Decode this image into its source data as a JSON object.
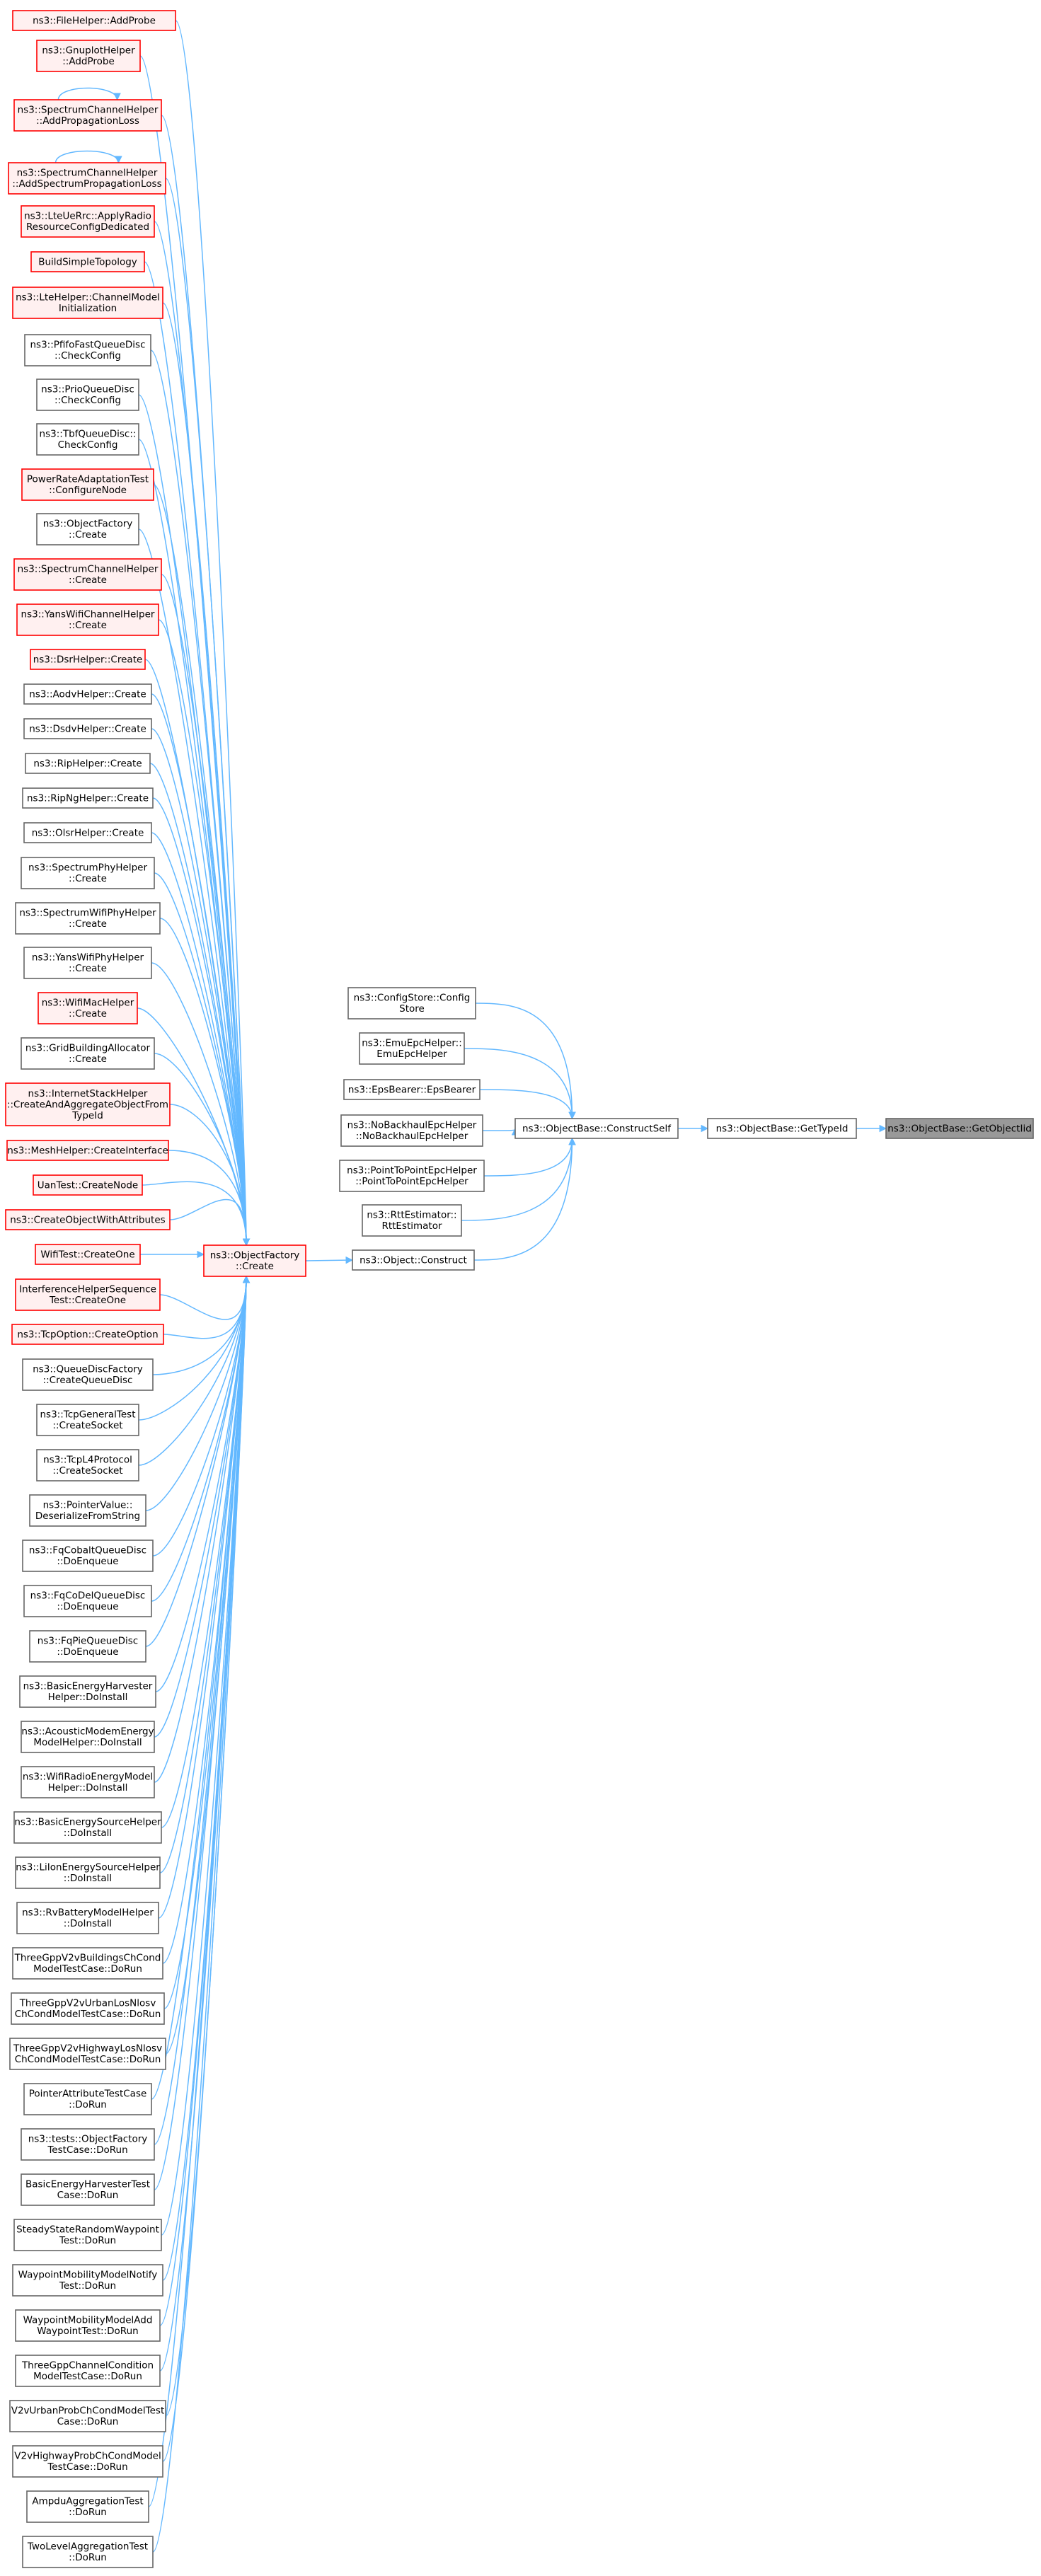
{
  "colors": {
    "edge": "#63b8ff",
    "default_border": "#666666",
    "default_fill": "#ffffff",
    "truncated_border": "#ff0000",
    "truncated_fill": "#fff0f0",
    "focus_fill": "#999999",
    "focus_border": "#666666"
  },
  "nodes": [
    {
      "id": "n0",
      "lines": [
        "ns3::FileHelper::AddProbe"
      ],
      "style": "truncated"
    },
    {
      "id": "n1",
      "lines": [
        "ns3::GnuplotHelper",
        "::AddProbe"
      ],
      "style": "truncated"
    },
    {
      "id": "n2",
      "lines": [
        "ns3::SpectrumChannelHelper",
        "::AddPropagationLoss"
      ],
      "style": "truncated",
      "self_loop": true
    },
    {
      "id": "n3",
      "lines": [
        "ns3::SpectrumChannelHelper",
        "::AddSpectrumPropagationLoss"
      ],
      "style": "truncated",
      "self_loop": true
    },
    {
      "id": "n4",
      "lines": [
        "ns3::LteUeRrc::ApplyRadio",
        "ResourceConfigDedicated"
      ],
      "style": "truncated"
    },
    {
      "id": "n5",
      "lines": [
        "BuildSimpleTopology"
      ],
      "style": "truncated"
    },
    {
      "id": "n6",
      "lines": [
        "ns3::LteHelper::ChannelModel",
        "Initialization"
      ],
      "style": "truncated"
    },
    {
      "id": "n7",
      "lines": [
        "ns3::PfifoFastQueueDisc",
        "::CheckConfig"
      ],
      "style": "default"
    },
    {
      "id": "n8",
      "lines": [
        "ns3::PrioQueueDisc",
        "::CheckConfig"
      ],
      "style": "default"
    },
    {
      "id": "n9",
      "lines": [
        "ns3::TbfQueueDisc::",
        "CheckConfig"
      ],
      "style": "default"
    },
    {
      "id": "n10",
      "lines": [
        "PowerRateAdaptationTest",
        "::ConfigureNode"
      ],
      "style": "truncated"
    },
    {
      "id": "n11",
      "lines": [
        "ns3::ObjectFactory",
        "::Create"
      ],
      "style": "default"
    },
    {
      "id": "n12",
      "lines": [
        "ns3::SpectrumChannelHelper",
        "::Create"
      ],
      "style": "truncated"
    },
    {
      "id": "n13",
      "lines": [
        "ns3::YansWifiChannelHelper",
        "::Create"
      ],
      "style": "truncated"
    },
    {
      "id": "n14",
      "lines": [
        "ns3::DsrHelper::Create"
      ],
      "style": "truncated"
    },
    {
      "id": "n15",
      "lines": [
        "ns3::AodvHelper::Create"
      ],
      "style": "default"
    },
    {
      "id": "n16",
      "lines": [
        "ns3::DsdvHelper::Create"
      ],
      "style": "default"
    },
    {
      "id": "n17",
      "lines": [
        "ns3::RipHelper::Create"
      ],
      "style": "default"
    },
    {
      "id": "n18",
      "lines": [
        "ns3::RipNgHelper::Create"
      ],
      "style": "default"
    },
    {
      "id": "n19",
      "lines": [
        "ns3::OlsrHelper::Create"
      ],
      "style": "default"
    },
    {
      "id": "n20",
      "lines": [
        "ns3::SpectrumPhyHelper",
        "::Create"
      ],
      "style": "default"
    },
    {
      "id": "n21",
      "lines": [
        "ns3::SpectrumWifiPhyHelper",
        "::Create"
      ],
      "style": "default"
    },
    {
      "id": "n22",
      "lines": [
        "ns3::YansWifiPhyHelper",
        "::Create"
      ],
      "style": "default"
    },
    {
      "id": "n23",
      "lines": [
        "ns3::WifiMacHelper",
        "::Create"
      ],
      "style": "truncated"
    },
    {
      "id": "n24",
      "lines": [
        "ns3::GridBuildingAllocator",
        "::Create"
      ],
      "style": "default"
    },
    {
      "id": "n25",
      "lines": [
        "ns3::InternetStackHelper",
        "::CreateAndAggregateObjectFrom",
        "TypeId"
      ],
      "style": "truncated"
    },
    {
      "id": "n26",
      "lines": [
        "ns3::MeshHelper::CreateInterface"
      ],
      "style": "truncated"
    },
    {
      "id": "n27",
      "lines": [
        "UanTest::CreateNode"
      ],
      "style": "truncated"
    },
    {
      "id": "n28",
      "lines": [
        "ns3::CreateObjectWithAttributes"
      ],
      "style": "truncated"
    },
    {
      "id": "n29",
      "lines": [
        "WifiTest::CreateOne"
      ],
      "style": "truncated"
    },
    {
      "id": "n30",
      "lines": [
        "InterferenceHelperSequence",
        "Test::CreateOne"
      ],
      "style": "truncated"
    },
    {
      "id": "n31",
      "lines": [
        "ns3::TcpOption::CreateOption"
      ],
      "style": "truncated"
    },
    {
      "id": "n32",
      "lines": [
        "ns3::QueueDiscFactory",
        "::CreateQueueDisc"
      ],
      "style": "default"
    },
    {
      "id": "n33",
      "lines": [
        "ns3::TcpGeneralTest",
        "::CreateSocket"
      ],
      "style": "default"
    },
    {
      "id": "n34",
      "lines": [
        "ns3::TcpL4Protocol",
        "::CreateSocket"
      ],
      "style": "default"
    },
    {
      "id": "n35",
      "lines": [
        "ns3::PointerValue::",
        "DeserializeFromString"
      ],
      "style": "default"
    },
    {
      "id": "n36",
      "lines": [
        "ns3::FqCobaltQueueDisc",
        "::DoEnqueue"
      ],
      "style": "default"
    },
    {
      "id": "n37",
      "lines": [
        "ns3::FqCoDelQueueDisc",
        "::DoEnqueue"
      ],
      "style": "default"
    },
    {
      "id": "n38",
      "lines": [
        "ns3::FqPieQueueDisc",
        "::DoEnqueue"
      ],
      "style": "default"
    },
    {
      "id": "n39",
      "lines": [
        "ns3::BasicEnergyHarvester",
        "Helper::DoInstall"
      ],
      "style": "default"
    },
    {
      "id": "n40",
      "lines": [
        "ns3::AcousticModemEnergy",
        "ModelHelper::DoInstall"
      ],
      "style": "default"
    },
    {
      "id": "n41",
      "lines": [
        "ns3::WifiRadioEnergyModel",
        "Helper::DoInstall"
      ],
      "style": "default"
    },
    {
      "id": "n42",
      "lines": [
        "ns3::BasicEnergySourceHelper",
        "::DoInstall"
      ],
      "style": "default"
    },
    {
      "id": "n43",
      "lines": [
        "ns3::LiIonEnergySourceHelper",
        "::DoInstall"
      ],
      "style": "default"
    },
    {
      "id": "n44",
      "lines": [
        "ns3::RvBatteryModelHelper",
        "::DoInstall"
      ],
      "style": "default"
    },
    {
      "id": "n45",
      "lines": [
        "ThreeGppV2vBuildingsChCond",
        "ModelTestCase::DoRun"
      ],
      "style": "default"
    },
    {
      "id": "n46",
      "lines": [
        "ThreeGppV2vUrbanLosNlosv",
        "ChCondModelTestCase::DoRun"
      ],
      "style": "default"
    },
    {
      "id": "n47",
      "lines": [
        "ThreeGppV2vHighwayLosNlosv",
        "ChCondModelTestCase::DoRun"
      ],
      "style": "default"
    },
    {
      "id": "n48",
      "lines": [
        "PointerAttributeTestCase",
        "::DoRun"
      ],
      "style": "default"
    },
    {
      "id": "n49",
      "lines": [
        "ns3::tests::ObjectFactory",
        "TestCase::DoRun"
      ],
      "style": "default"
    },
    {
      "id": "n50",
      "lines": [
        "BasicEnergyHarvesterTest",
        "Case::DoRun"
      ],
      "style": "default"
    },
    {
      "id": "n51",
      "lines": [
        "SteadyStateRandomWaypoint",
        "Test::DoRun"
      ],
      "style": "default"
    },
    {
      "id": "n52",
      "lines": [
        "WaypointMobilityModelNotify",
        "Test::DoRun"
      ],
      "style": "default"
    },
    {
      "id": "n53",
      "lines": [
        "WaypointMobilityModelAdd",
        "WaypointTest::DoRun"
      ],
      "style": "default"
    },
    {
      "id": "n54",
      "lines": [
        "ThreeGppChannelCondition",
        "ModelTestCase::DoRun"
      ],
      "style": "default"
    },
    {
      "id": "n55",
      "lines": [
        "V2vUrbanProbChCondModelTest",
        "Case::DoRun"
      ],
      "style": "default"
    },
    {
      "id": "n56",
      "lines": [
        "V2vHighwayProbChCondModel",
        "TestCase::DoRun"
      ],
      "style": "default"
    },
    {
      "id": "n57",
      "lines": [
        "AmpduAggregationTest",
        "::DoRun"
      ],
      "style": "default"
    },
    {
      "id": "n58",
      "lines": [
        "TwoLevelAggregationTest",
        "::DoRun"
      ],
      "style": "default"
    },
    {
      "id": "hub",
      "lines": [
        "ns3::ObjectFactory",
        "::Create"
      ],
      "style": "truncated"
    },
    {
      "id": "construct",
      "lines": [
        "ns3::Object::Construct"
      ],
      "style": "default"
    },
    {
      "id": "c0",
      "lines": [
        "ns3::ConfigStore::Config",
        "Store"
      ],
      "style": "default"
    },
    {
      "id": "c1",
      "lines": [
        "ns3::EmuEpcHelper::",
        "EmuEpcHelper"
      ],
      "style": "default"
    },
    {
      "id": "c2",
      "lines": [
        "ns3::EpsBearer::EpsBearer"
      ],
      "style": "default"
    },
    {
      "id": "c3",
      "lines": [
        "ns3::NoBackhaulEpcHelper",
        "::NoBackhaulEpcHelper"
      ],
      "style": "default"
    },
    {
      "id": "c4",
      "lines": [
        "ns3::PointToPointEpcHelper",
        "::PointToPointEpcHelper"
      ],
      "style": "default"
    },
    {
      "id": "c5",
      "lines": [
        "ns3::RttEstimator::",
        "RttEstimator"
      ],
      "style": "default"
    },
    {
      "id": "cself",
      "lines": [
        "ns3::ObjectBase::ConstructSelf"
      ],
      "style": "default"
    },
    {
      "id": "gti",
      "lines": [
        "ns3::ObjectBase::GetTypeId"
      ],
      "style": "default"
    },
    {
      "id": "focus",
      "lines": [
        "ns3::ObjectBase::GetObjectIid"
      ],
      "style": "focus"
    }
  ]
}
